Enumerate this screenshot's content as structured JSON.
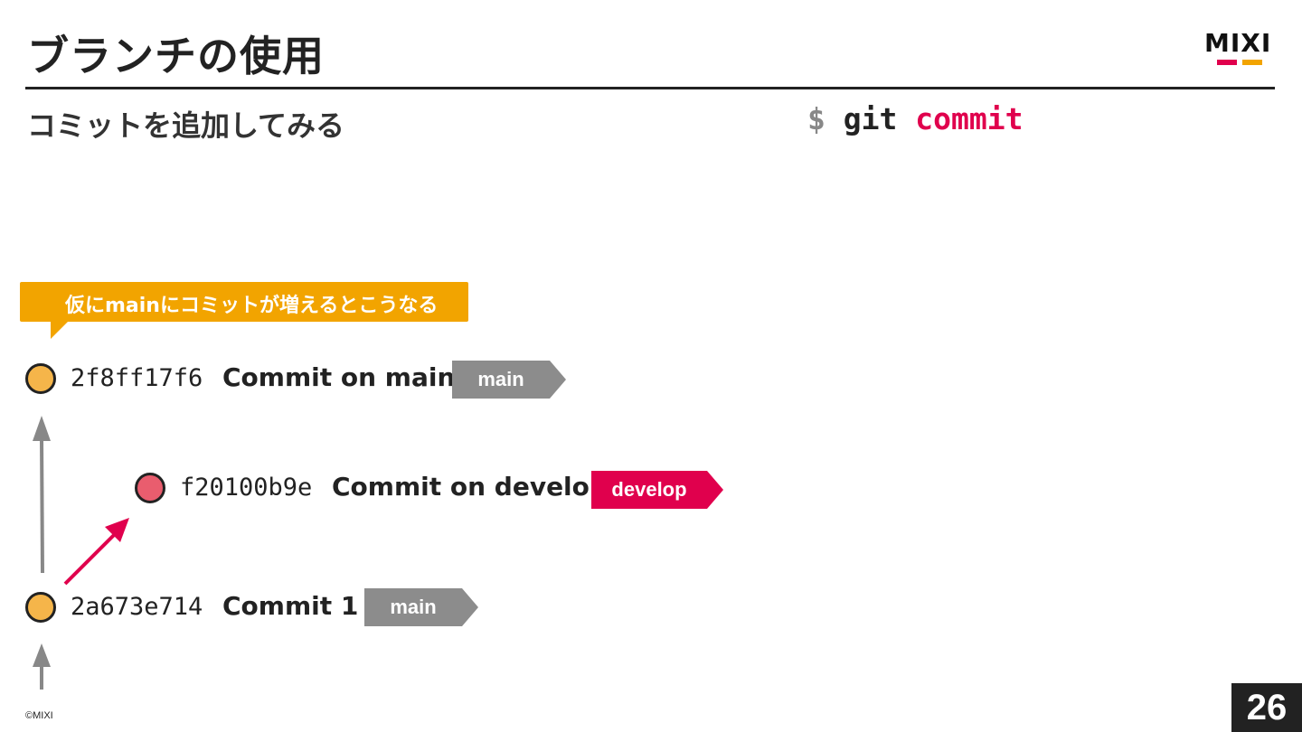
{
  "slide": {
    "title": "ブランチの使用",
    "subtitle": "コミットを追加してみる",
    "page_number": "26",
    "copyright": "©MIXI"
  },
  "logo": {
    "text": "MIXI",
    "colors": [
      "#e0004d",
      "#f2a400"
    ]
  },
  "command": {
    "prompt": "$",
    "tool": "git",
    "subcommand": "commit",
    "colors": {
      "prompt": "#888888",
      "tool": "#222222",
      "subcommand": "#e0004d"
    }
  },
  "callout": {
    "text": "仮にmainにコミットが増えるとこうなる",
    "color": "#f2a400"
  },
  "commits": [
    {
      "hash": "2f8ff17f6",
      "message": "Commit on main",
      "branch": "main",
      "node_color": "#f5b54a",
      "tag_color": "#8c8c8c"
    },
    {
      "hash": "f20100b9e",
      "message": "Commit on develop",
      "branch": "develop",
      "node_color": "#e95d6e",
      "tag_color": "#e0004d"
    },
    {
      "hash": "2a673e714",
      "message": "Commit 1",
      "branch": "main",
      "node_color": "#f5b54a",
      "tag_color": "#8c8c8c"
    }
  ],
  "arrow_colors": {
    "main": "#888888",
    "develop": "#e0004d"
  }
}
